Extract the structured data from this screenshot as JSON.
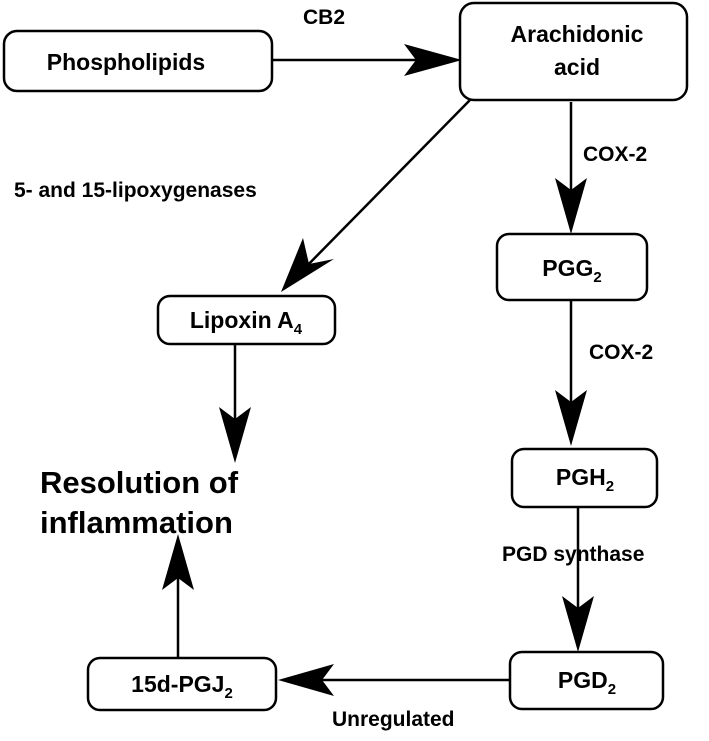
{
  "nodes": {
    "phospholipids": {
      "label": "Phospholipids"
    },
    "arachidonic_acid": {
      "line1": "Arachidonic",
      "line2": "acid"
    },
    "pgg2": {
      "base": "PGG",
      "sub": "2"
    },
    "lipoxin_a4": {
      "base": "Lipoxin A",
      "sub": "4"
    },
    "pgh2": {
      "base": "PGH",
      "sub": "2"
    },
    "pgd2": {
      "base": "PGD",
      "sub": "2"
    },
    "pgj2": {
      "base": "15d-PGJ",
      "sub": "2"
    },
    "resolution": {
      "line1": "Resolution of",
      "line2": "inflammation"
    }
  },
  "edges": {
    "cb2": "CB2",
    "lipoxygenases": "5- and 15-lipoxygenases",
    "cox2_first": "COX-2",
    "cox2_second": "COX-2",
    "pgd_synthase": "PGD synthase",
    "unregulated": "Unregulated"
  }
}
